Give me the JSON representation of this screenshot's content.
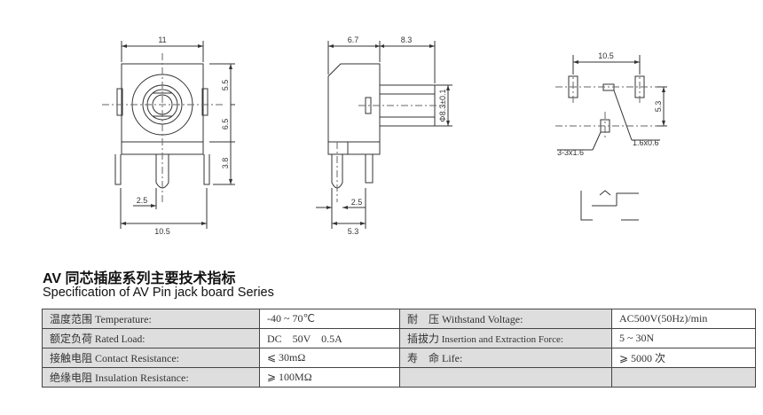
{
  "drawing": {
    "front_view": {
      "dim_top": "11",
      "dim_right_1": "5.5",
      "dim_right_2": "6.5",
      "dim_right_3": "3.8",
      "dim_bottom_1": "2.5",
      "dim_bottom_2": "10.5"
    },
    "side_view": {
      "dim_top_1": "6.7",
      "dim_top_2": "8.3",
      "dim_dia": "Φ8.3±0.1",
      "dim_bottom_1": "2.5",
      "dim_bottom_2": "5.3"
    },
    "footprint": {
      "dim_top": "10.5",
      "dim_right": "5.3",
      "note_pad": "1.6x0.6",
      "note_holes": "3-3x1.6"
    }
  },
  "heading": {
    "title_cn_bold": "AV",
    "title_cn_rest": " 同芯插座系列主要技术指标",
    "title_en": "Specification of AV Pin jack board Series"
  },
  "spec_rows": [
    {
      "label_cn": "温度范围",
      "label_en": " Temperature:",
      "value": "-40 ~ 70℃",
      "label2_cn": "耐　压",
      "label2_en": " Withstand Voltage:",
      "value2": "AC500V(50Hz)/min"
    },
    {
      "label_cn": "额定负荷",
      "label_en": " Rated Load:",
      "value": "DC　50V　0.5A",
      "label2_cn": "插拔力",
      "label2_en": " Insertion and Extraction Force:",
      "value2": "5 ~ 30N"
    },
    {
      "label_cn": "接触电阻",
      "label_en": " Contact Resistance:",
      "value": "⩽ 30mΩ",
      "label2_cn": "寿　命",
      "label2_en": " Life:",
      "value2": "⩾ 5000 次"
    },
    {
      "label_cn": "绝缘电阻",
      "label_en": " Insulation Resistance:",
      "value": "⩾ 100MΩ",
      "label2_cn": "",
      "label2_en": "",
      "value2": ""
    }
  ]
}
